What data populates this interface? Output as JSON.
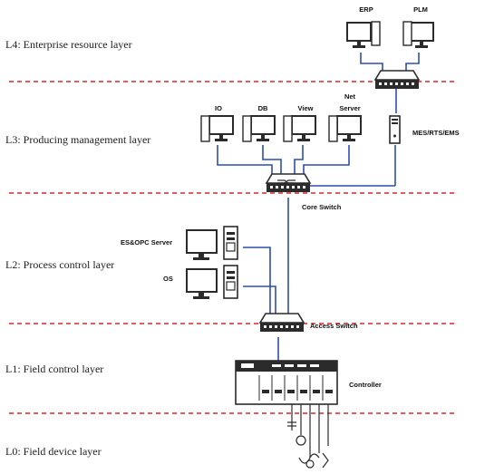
{
  "layers": [
    {
      "label": "L4: Enterprise resource layer"
    },
    {
      "label": "L3: Producing management layer"
    },
    {
      "label": "L2: Process control layer"
    },
    {
      "label": "L1: Field control layer"
    },
    {
      "label": "L0: Field device layer"
    }
  ],
  "nodes": {
    "erp": "ERP",
    "plm": "PLM",
    "io": "IO",
    "db": "DB",
    "view": "View",
    "net_server": "Net Server",
    "mes": "MES/RTS/EMS",
    "core_switch": "Core Switch",
    "es_opc": "ES&OPC Server",
    "os": "OS",
    "access_switch": "Access Switch",
    "controller": "Controller"
  },
  "colors": {
    "divider": "#d9262e",
    "link": "#2c4fb0",
    "device": "#2b2b2b"
  }
}
